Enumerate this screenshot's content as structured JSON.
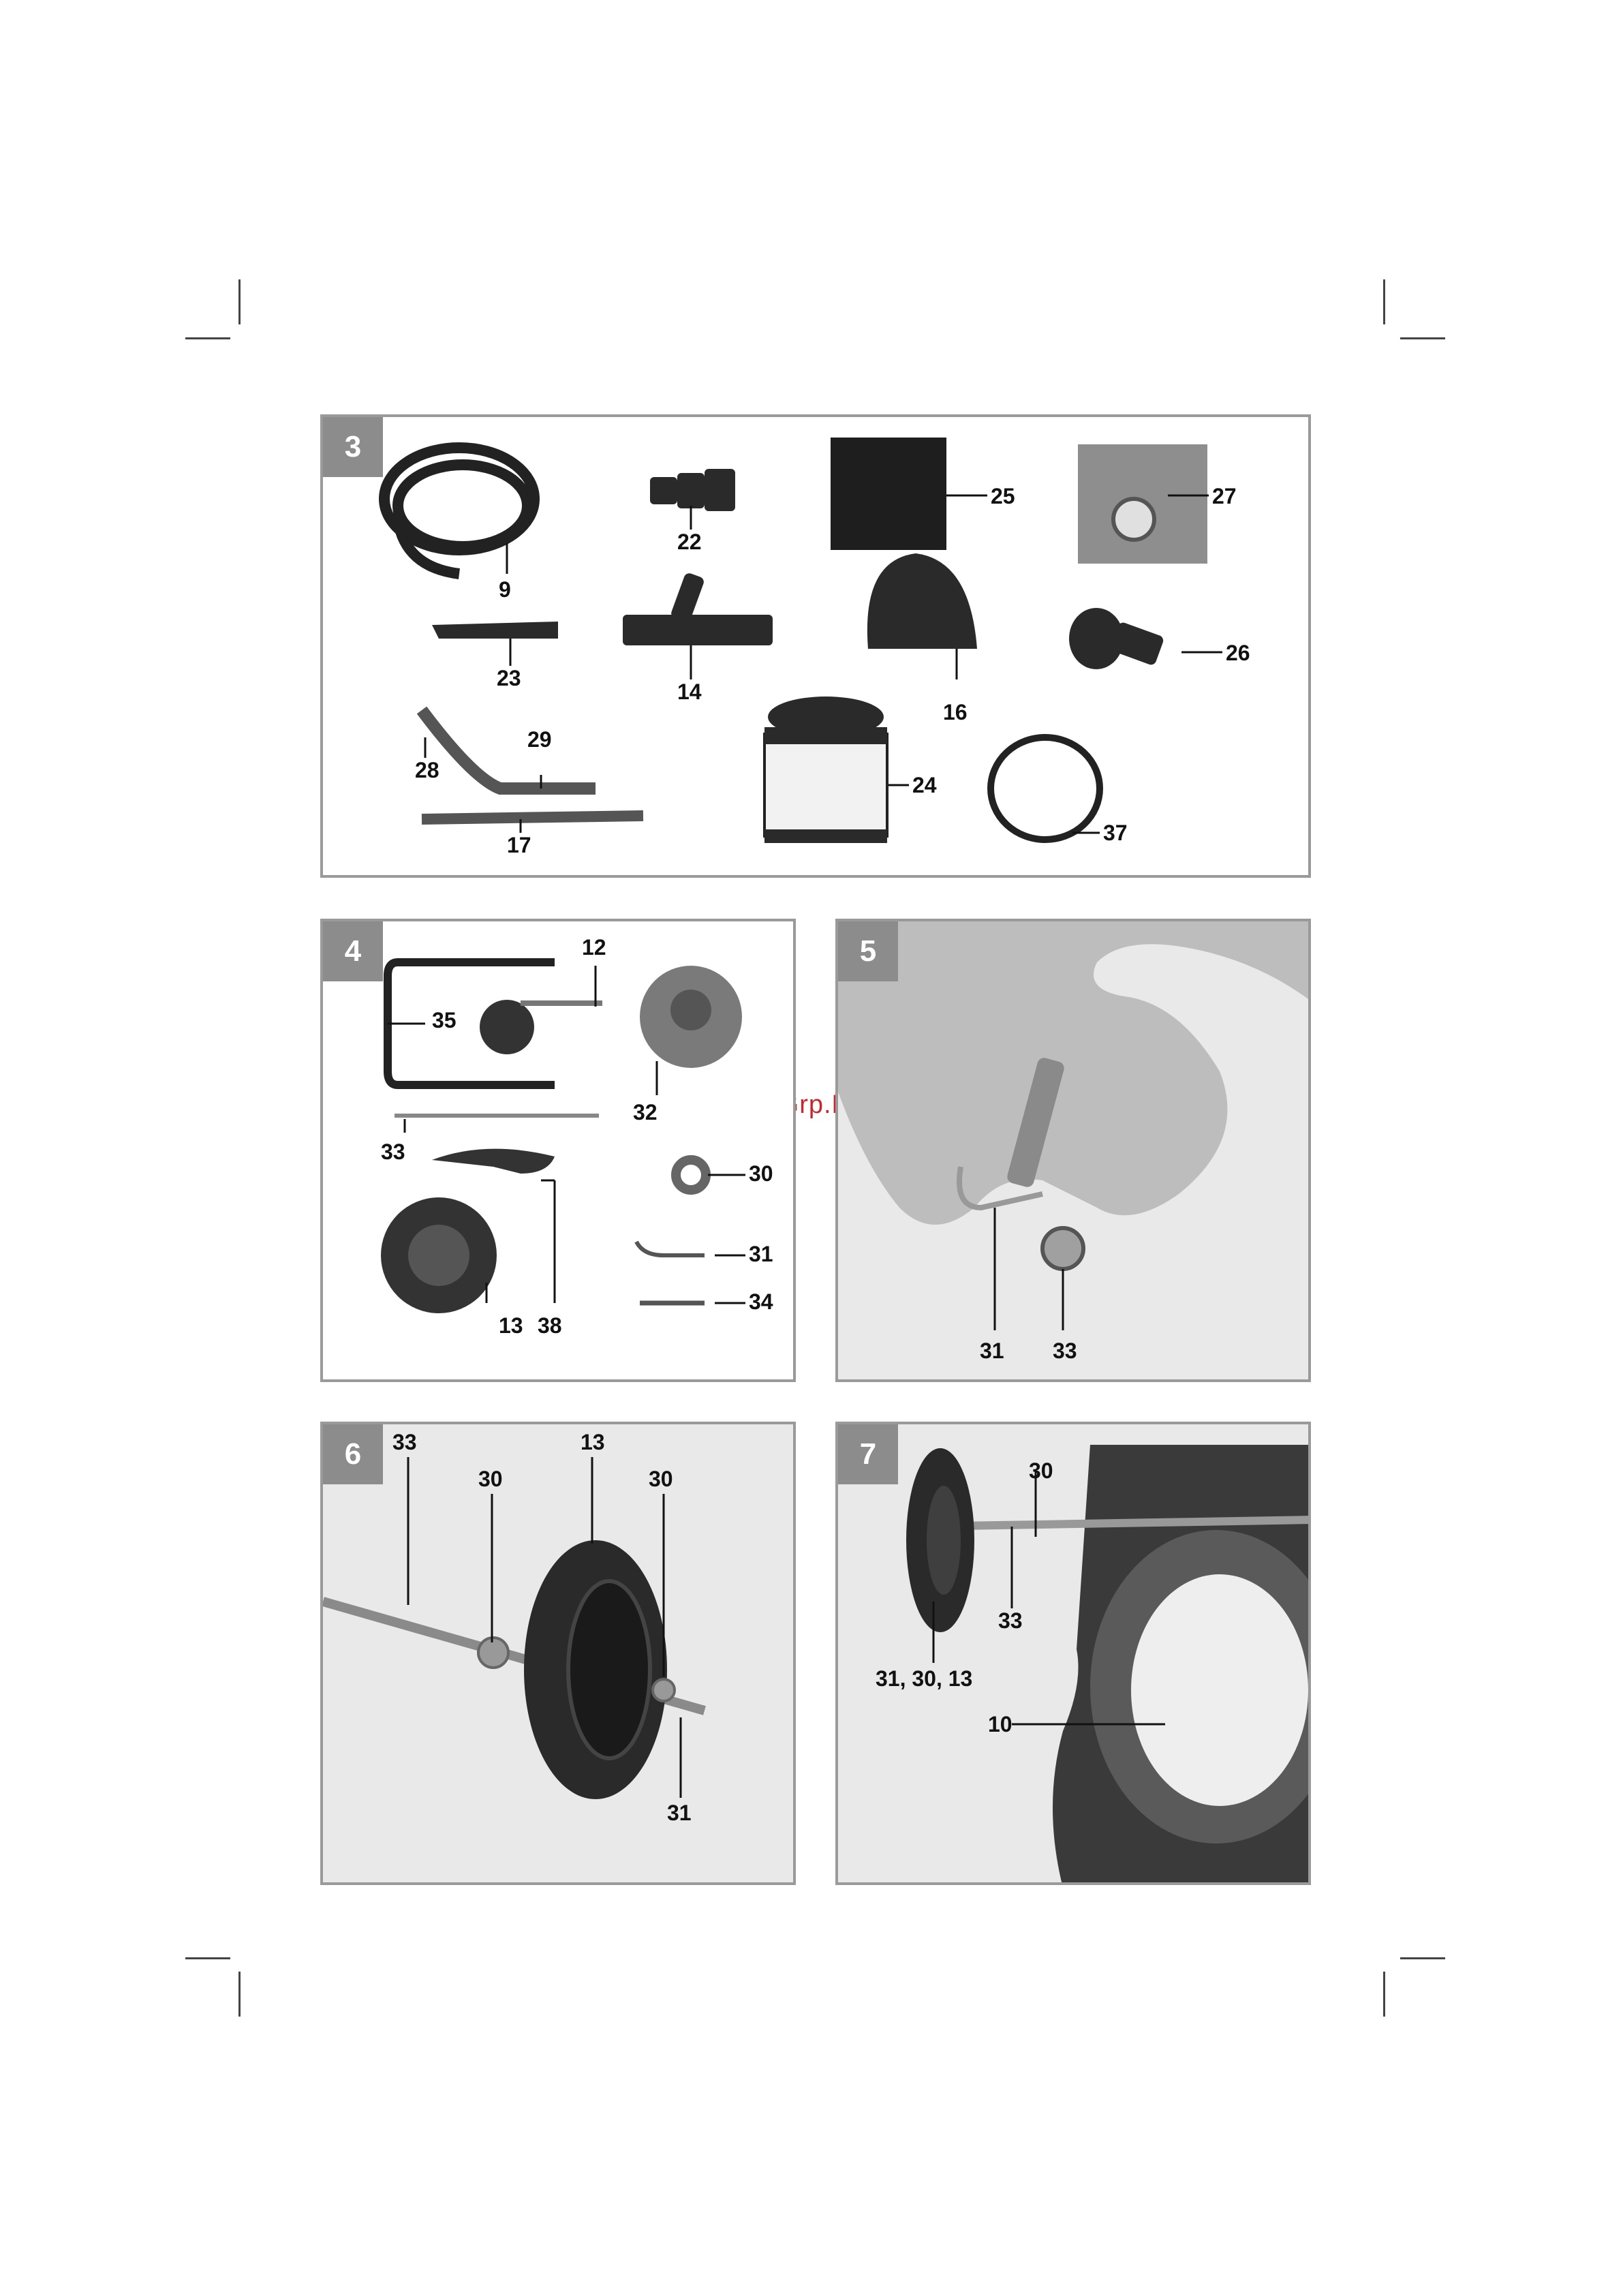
{
  "watermark": "McGrp.Ru",
  "panels": {
    "p3": {
      "number": "3",
      "labels": {
        "hose": "9",
        "adapter": "22",
        "foam_filter": "25",
        "dust_bag": "27",
        "crevice": "23",
        "floor_nozzle": "14",
        "cloth_filter": "16",
        "brush": "26",
        "handle": "28",
        "connector": "29",
        "tube": "17",
        "pleated_filter": "24",
        "ring": "37"
      }
    },
    "p4": {
      "number": "4",
      "labels": {
        "frame": "35",
        "castor": "12",
        "cap": "32",
        "axle": "33",
        "washer": "30",
        "foot": "38",
        "wheel": "13",
        "clip": "31",
        "pin": "34"
      }
    },
    "p5": {
      "number": "5",
      "labels": {
        "clip": "31",
        "axle": "33"
      }
    },
    "p6": {
      "number": "6",
      "labels": {
        "axle": "33",
        "wheel": "13",
        "washer_left": "30",
        "washer_right": "30",
        "clip": "31"
      }
    },
    "p7": {
      "number": "7",
      "labels": {
        "washer": "30",
        "axle": "33",
        "combo": "31, 30, 13",
        "base": "10"
      }
    }
  }
}
